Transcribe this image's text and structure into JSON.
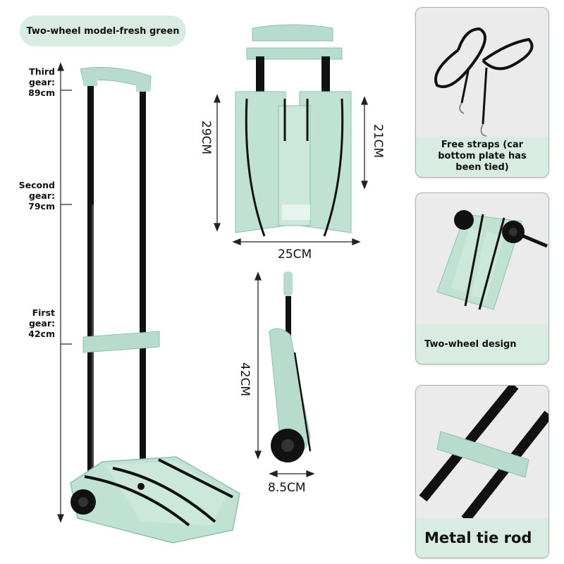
{
  "header": {
    "title": "Two-wheel model-fresh green"
  },
  "gears": {
    "third": "Third gear: 89cm",
    "second": "Second gear: 79cm",
    "first": "First gear: 42cm"
  },
  "dimensions": {
    "folded_height": "29CM",
    "folded_inner_height": "21CM",
    "folded_width": "25CM",
    "side_height": "42CM",
    "side_depth": "8.5CM"
  },
  "cards": [
    {
      "caption": "Free straps (car bottom plate has been tied)"
    },
    {
      "caption": "Two-wheel design"
    },
    {
      "caption": "Metal tie rod"
    }
  ],
  "colors": {
    "accent": "#d8ece3",
    "mint_plastic": "#b7dccd",
    "frame": "#111111"
  }
}
